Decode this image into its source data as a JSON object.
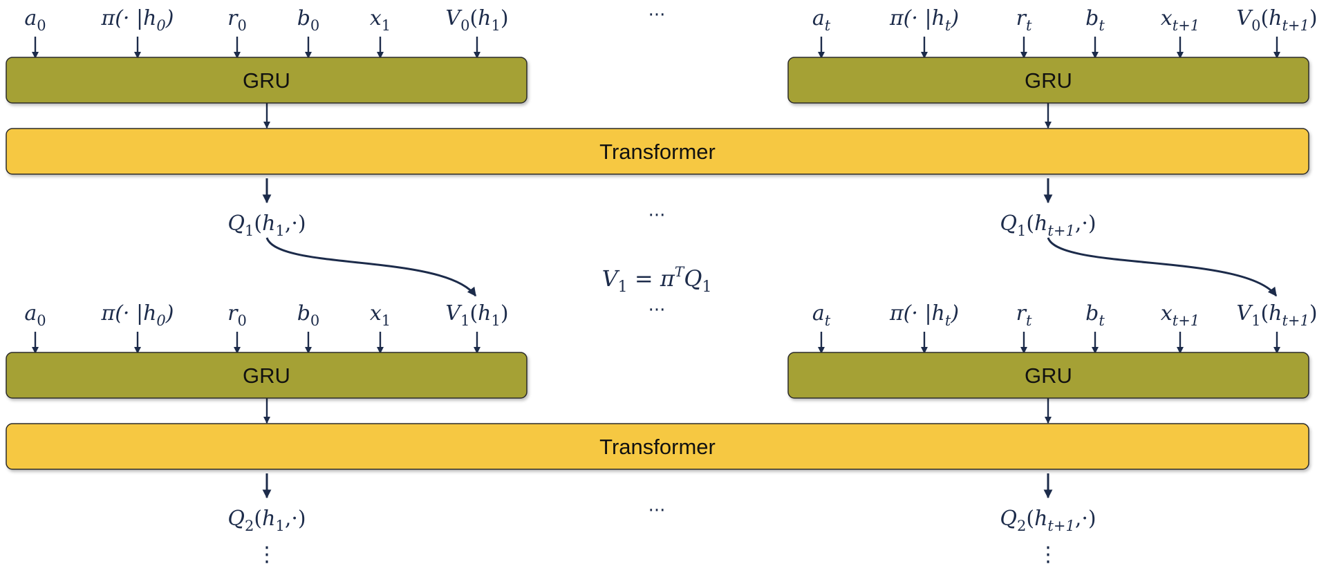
{
  "colors": {
    "gru_fill": "#a5a134",
    "transformer_fill": "#f6c843",
    "stroke": "#1c2b4a",
    "text": "#1c2b4a"
  },
  "blocks": {
    "gru_label": "GRU",
    "transformer_label": "Transformer"
  },
  "ellipsis_horizontal": "···",
  "ellipsis_vertical": "⋮",
  "stage1": {
    "left_inputs": [
      "a0",
      "π(· |h0)",
      "r0",
      "b0",
      "x1",
      "V0(h1)"
    ],
    "right_inputs": [
      "at",
      "π(· |ht)",
      "rt",
      "bt",
      "xt+1",
      "V0(ht+1)"
    ],
    "left_output": "Q1(h1,·)",
    "right_output": "Q1(ht+1,·)"
  },
  "value_equation": "V1 = πT Q1",
  "stage2": {
    "left_inputs": [
      "a0",
      "π(· |h0)",
      "r0",
      "b0",
      "x1",
      "V1(h1)"
    ],
    "right_inputs": [
      "at",
      "π(· |ht)",
      "rt",
      "bt",
      "xt+1",
      "V1(ht+1)"
    ],
    "left_output": "Q2(h1,·)",
    "right_output": "Q2(ht+1,·)"
  }
}
